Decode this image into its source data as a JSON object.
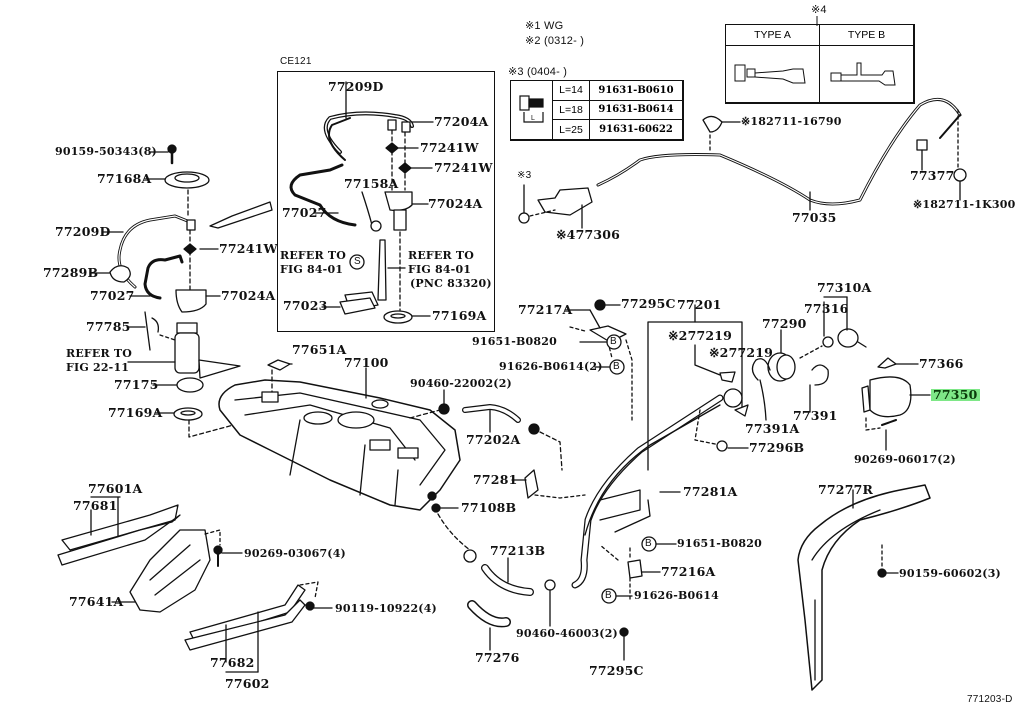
{
  "diagram": {
    "title": "Fuel Tank & Tube Parts Diagram",
    "figure_code": "771203-D",
    "highlight_color": "#7ee787",
    "highlighted_part": "77350",
    "inset": {
      "code": "CE121",
      "labels": {
        "p77209D": "77209D",
        "p77204A": "77204A",
        "p77241W_1": "77241W",
        "p77241W_2": "77241W",
        "p77158A": "77158A",
        "p77027": "77027",
        "p77024A": "77024A",
        "refer_left_1": "REFER TO",
        "refer_left_2": "FIG 84-01",
        "refer_right_1": "REFER TO",
        "refer_right_2": "FIG 84-01",
        "refer_right_3": "(PNC 83320)",
        "s_mark": "S",
        "p77023": "77023",
        "p77169A": "77169A"
      }
    },
    "notes": {
      "n1": "※1 WG",
      "n2": "※2 (0312-      )",
      "n3": "※3 (0404-      )",
      "n4": "※4"
    },
    "bolt_table": {
      "rows": [
        {
          "length": "L=14",
          "part": "91631-B0610"
        },
        {
          "length": "L=18",
          "part": "91631-B0614"
        },
        {
          "length": "L=25",
          "part": "91631-60622"
        }
      ],
      "dim_label": "L"
    },
    "type_table": {
      "headers": [
        "TYPE A",
        "TYPE B"
      ]
    },
    "labels": {
      "p90159_50343": "90159-50343(8)",
      "p77168A": "77168A",
      "p77209D": "77209D",
      "p77241W": "77241W",
      "p77289B": "77289B",
      "p77027": "77027",
      "p77024A": "77024A",
      "p77785": "77785",
      "refer_22_1": "REFER TO",
      "refer_22_2": "FIG 22-11",
      "p77175": "77175",
      "p77169A": "77169A",
      "p77651A": "77651A",
      "p77100": "77100",
      "p90460_22002": "90460-22002(2)",
      "p77202A": "77202A",
      "p77108B": "77108B",
      "p77601A": "77601A",
      "p77681": "77681",
      "p90269_03067": "90269-03067(4)",
      "p77641A": "77641A",
      "p90119_10922": "90119-10922(4)",
      "p77682": "77682",
      "p77602": "77602",
      "p77276": "77276",
      "p77213B": "77213B",
      "p90460_46003": "90460-46003(2)",
      "p77295C_bot": "77295C",
      "p77281": "77281",
      "p77281A": "77281A",
      "p91651_B0820_bot": "91651-B0820",
      "p77216A": "77216A",
      "p91626_B0614_bot": "91626-B0614",
      "p77217A": "77217A",
      "p77295C_top": "77295C",
      "p91651_B0820_top": "91651-B0820",
      "p91626_B0614_top": "91626-B0614(2)",
      "p77201": "77201",
      "p277219_a": "※277219",
      "p277219_b": "※277219",
      "p77296B": "77296B",
      "p77290": "77290",
      "p77310A": "77310A",
      "p77316": "77316",
      "p77391A": "77391A",
      "p77391": "77391",
      "p77366": "77366",
      "p77350": "77350",
      "p90269_06017": "90269-06017(2)",
      "p77277R": "77277R",
      "p90159_60602": "90159-60602(3)",
      "p182711_16790": "※182711-16790",
      "p77035": "77035",
      "p77377": "77377",
      "p182711_1K300": "※182711-1K300",
      "p3_mark": "※3",
      "p477306": "※477306",
      "b_mark": "B"
    }
  }
}
